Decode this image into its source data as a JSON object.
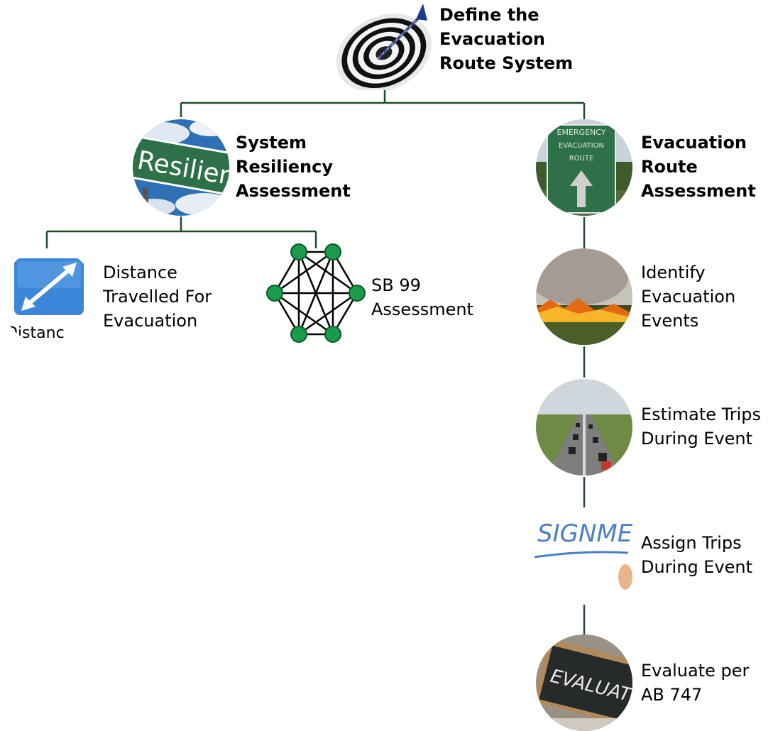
{
  "colors": {
    "connector": "#1e4d2b",
    "sign_green": "#2e7048",
    "node_green": "#1a9b4c"
  },
  "nodes": {
    "root": {
      "lines": [
        "Define the",
        "Evacuation",
        "Route System"
      ],
      "icon": "dartboard-icon"
    },
    "resiliency": {
      "lines": [
        "System",
        "Resiliency",
        "Assessment"
      ],
      "icon": "resiliency-sign-icon",
      "image_text": "Resilienc"
    },
    "evac_route": {
      "lines": [
        "Evacuation",
        "Route",
        "Assessment"
      ],
      "icon": "evacuation-route-sign-icon",
      "image_text": [
        "EMERGENCY",
        "EVACUATION",
        "ROUTE"
      ]
    },
    "distance": {
      "lines": [
        "Distance",
        "Travelled For",
        "Evacuation"
      ],
      "icon": "distance-icon",
      "image_text": "Distanc"
    },
    "sb99": {
      "lines": [
        "SB 99",
        "Assessment"
      ],
      "icon": "network-graph-icon"
    },
    "identify": {
      "lines": [
        "Identify",
        "Evacuation",
        "Events"
      ],
      "icon": "wildfire-icon"
    },
    "estimate": {
      "lines": [
        "Estimate Trips",
        "During Event"
      ],
      "icon": "highway-traffic-icon"
    },
    "assign": {
      "lines": [
        "Assign Trips",
        "During Event"
      ],
      "icon": "assignment-icon",
      "image_text": "SIGNME"
    },
    "evaluate": {
      "lines": [
        "Evaluate per",
        "AB 747"
      ],
      "icon": "evaluation-chalkboard-icon",
      "image_text": "EVALUATIO"
    }
  }
}
